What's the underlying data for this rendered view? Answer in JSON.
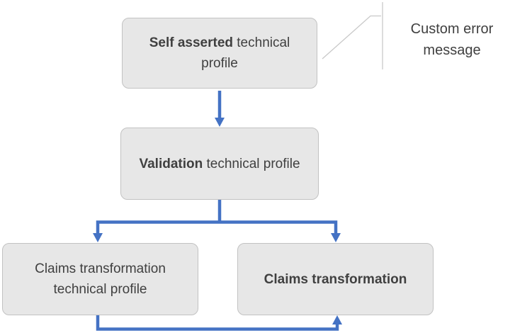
{
  "diagram": {
    "title_implicit": "",
    "nodes": {
      "selfAsserted": {
        "bold": "Self asserted",
        "rest": " technical profile"
      },
      "validation": {
        "bold": "Validation",
        "rest": " technical profile"
      },
      "claimsTpProfile": {
        "text": "Claims transformation technical profile"
      },
      "claimsTransformation": {
        "bold": "Claims transformation"
      }
    },
    "callout": {
      "label": "Custom error message"
    },
    "edges": [
      "self-asserted -> validation",
      "validation -> claims-transformation-technical-profile",
      "validation -> claims-transformation",
      "claims-transformation-technical-profile -> claims-transformation"
    ]
  },
  "colors": {
    "arrow": "#4472c4",
    "boxFill": "#e7e7e7",
    "boxBorder": "#c2c2c2",
    "text": "#404040",
    "calloutLine": "#c9c9c9"
  }
}
